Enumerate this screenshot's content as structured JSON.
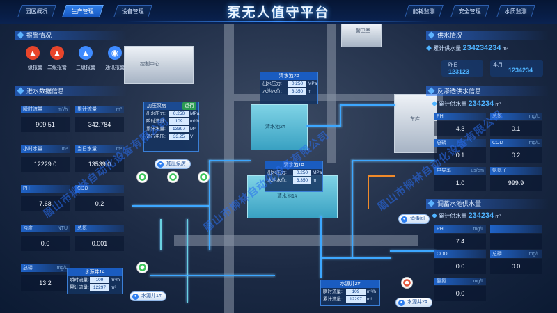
{
  "nav": {
    "title": "泵无人值守平台",
    "left": [
      "园区概况",
      "生产管理",
      "设备管理"
    ],
    "right": [
      "能耗监测",
      "安全管理",
      "水质监测"
    ],
    "active": "生产管理"
  },
  "alarm": {
    "title": "报警情况",
    "items": [
      "一级报警",
      "二级报警",
      "三级报警",
      "通讯报警"
    ],
    "colors": [
      "#e8452b",
      "#e8452b",
      "#3f8bff",
      "#3f8bff"
    ]
  },
  "inlet": {
    "title": "进水数据信息",
    "cells": [
      {
        "label": "瞬时流量",
        "unit": "m³/h",
        "value": "909.51"
      },
      {
        "label": "累计流量",
        "unit": "m³",
        "value": "342.784"
      },
      {
        "label": "小时水量",
        "unit": "m³",
        "value": "12229.0"
      },
      {
        "label": "当日水量",
        "unit": "m³",
        "value": "13539.0"
      },
      {
        "label": "PH",
        "unit": "",
        "value": "7.68"
      },
      {
        "label": "COD",
        "unit": "",
        "value": "0.2"
      },
      {
        "label": "浊度",
        "unit": "NTU",
        "value": "0.6"
      },
      {
        "label": "总氮",
        "unit": "",
        "value": "0.001"
      },
      {
        "label": "总磷",
        "unit": "mg/L",
        "value": "13.2"
      }
    ]
  },
  "supply": {
    "title": "供水情况",
    "total_label": "累计供水量",
    "total_value": "234234234",
    "total_unit": "m³",
    "yesterday_label": "昨日",
    "yesterday_value": "123123",
    "month_label": "本月",
    "month_value": "1234234",
    "unit": "m³"
  },
  "backwash": {
    "title": "反渗透供水信息",
    "total_label": "累计供水量",
    "total_value": "234234",
    "total_unit": "m³",
    "cells": [
      {
        "label": "PH",
        "unit": "",
        "value": "4.3"
      },
      {
        "label": "总氮",
        "unit": "mg/L",
        "value": "0.1"
      },
      {
        "label": "总磷",
        "unit": "",
        "value": "0.1"
      },
      {
        "label": "COD",
        "unit": "mg/L",
        "value": "0.2"
      },
      {
        "label": "电导率",
        "unit": "us/cm",
        "value": "1.0"
      },
      {
        "label": "氨氮子",
        "unit": "",
        "value": "999.9"
      }
    ]
  },
  "regulate": {
    "title": "调蓄水池供水量",
    "total_label": "累计供水量",
    "total_value": "234234",
    "total_unit": "m³",
    "cells": [
      {
        "label": "PH",
        "unit": "mg/L",
        "value": "7.4"
      },
      {
        "label": "COD",
        "unit": "",
        "value": "0.0"
      },
      {
        "label": "总磷",
        "unit": "mg/L",
        "value": "0.0"
      },
      {
        "label": "",
        "unit": "",
        "value": ""
      },
      {
        "label": "氨氮",
        "unit": "mg/L",
        "value": "0.0"
      }
    ]
  },
  "scene": {
    "control_center": "控制中心",
    "garage": "车库",
    "gate": "警卫室",
    "pool2_label": "清水池2#",
    "pool1_label": "清水池1#",
    "pool2_panel": {
      "title": "清水池2#",
      "rows": [
        {
          "l": "出水压力:",
          "v": "0.250",
          "u": "MPa"
        },
        {
          "l": "水池水位:",
          "v": "3.350",
          "u": "m"
        }
      ]
    },
    "pool1_panel": {
      "title": "清水池1#",
      "rows": [
        {
          "l": "出水压力:",
          "v": "0.250",
          "u": "MPa"
        },
        {
          "l": "水池水位:",
          "v": "3.350",
          "u": "m"
        }
      ]
    },
    "pump_panel": {
      "title": "加压泵房",
      "status": "运行",
      "rows": [
        {
          "l": "出水压力:",
          "v": "0.250",
          "u": "MPa"
        },
        {
          "l": "瞬时流量:",
          "v": "109",
          "u": "m³/h"
        },
        {
          "l": "累计水量:",
          "v": "13397",
          "u": "M³"
        },
        {
          "l": "运行电压:",
          "v": "33.25",
          "u": "V"
        }
      ]
    },
    "well1_panel": {
      "title": "水源井1#",
      "rows": [
        {
          "l": "瞬时流量:",
          "v": "109",
          "u": "m³/h"
        },
        {
          "l": "累计流量:",
          "v": "12297",
          "u": "m³"
        }
      ]
    },
    "well2_panel": {
      "title": "水源井2#",
      "rows": [
        {
          "l": "瞬时流量:",
          "v": "109",
          "u": "m³/h"
        },
        {
          "l": "累计流量:",
          "v": "12297",
          "u": "m³"
        }
      ]
    },
    "btn_pump": "加压泵房",
    "btn_well1": "水源井1#",
    "btn_well2": "水源井2#",
    "btn_disinfect": "消毒间"
  },
  "watermark": "眉山市柳林自动化设备有限公司"
}
